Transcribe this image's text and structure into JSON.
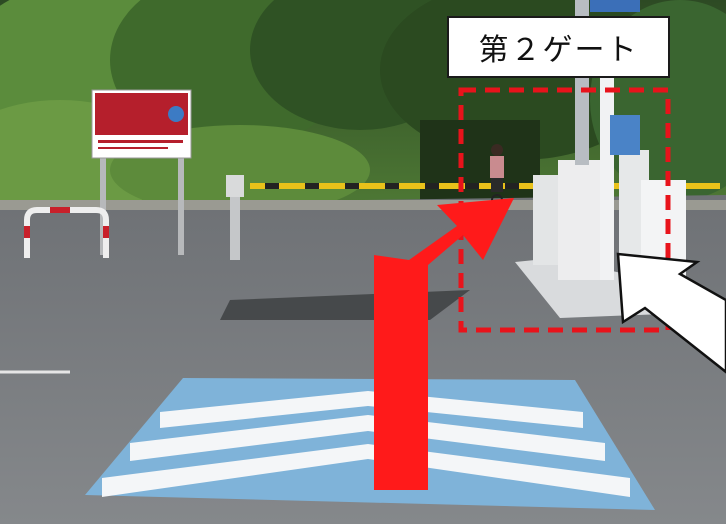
{
  "caption": {
    "text": "第２ゲート"
  },
  "sign": {
    "lettering": ""
  },
  "colors": {
    "arrow_red": "#ff1a1a",
    "dashed_box_red": "#e8131b",
    "callout_fill": "#ffffff",
    "road_gray": "#7a7d80",
    "crossing_blue": "#7fb3d9",
    "stripe_white": "#f4f6f8",
    "foliage_green": "#3d6b2d"
  },
  "icons": [
    "direction-arrow",
    "callout-arrow"
  ]
}
